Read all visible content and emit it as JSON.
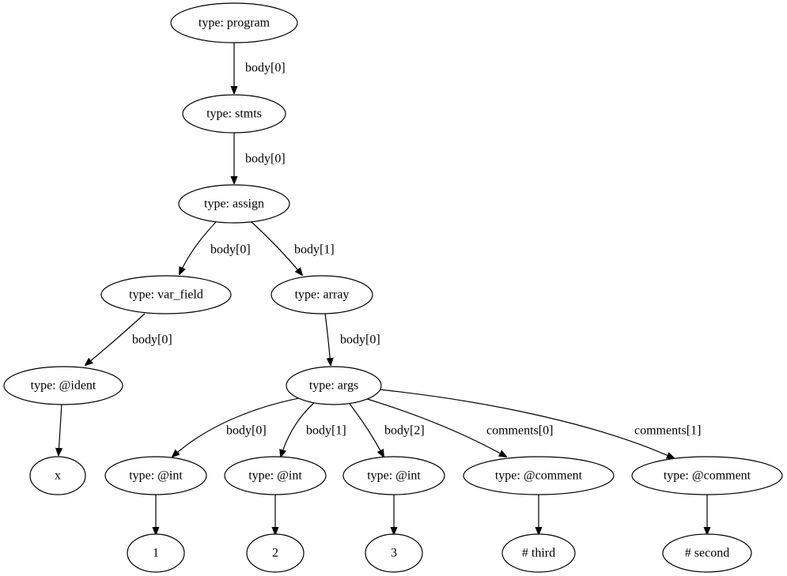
{
  "diagram": {
    "nodes": {
      "program": "type: program",
      "stmts": "type: stmts",
      "assign": "type: assign",
      "var_field": "type: var_field",
      "array": "type: array",
      "ident": "type: @ident",
      "x": "x",
      "args": "type: args",
      "int1": "type: @int",
      "int2": "type: @int",
      "int3": "type: @int",
      "comment0": "type: @comment",
      "comment1": "type: @comment",
      "val1": "1",
      "val2": "2",
      "val3": "3",
      "third": "# third",
      "second": "# second"
    },
    "edges": {
      "program_stmts": "body[0]",
      "stmts_assign": "body[0]",
      "assign_var_field": "body[0]",
      "assign_array": "body[1]",
      "var_field_ident": "body[0]",
      "array_args": "body[0]",
      "args_int1": "body[0]",
      "args_int2": "body[1]",
      "args_int3": "body[2]",
      "args_comment0": "comments[0]",
      "args_comment1": "comments[1]"
    }
  }
}
